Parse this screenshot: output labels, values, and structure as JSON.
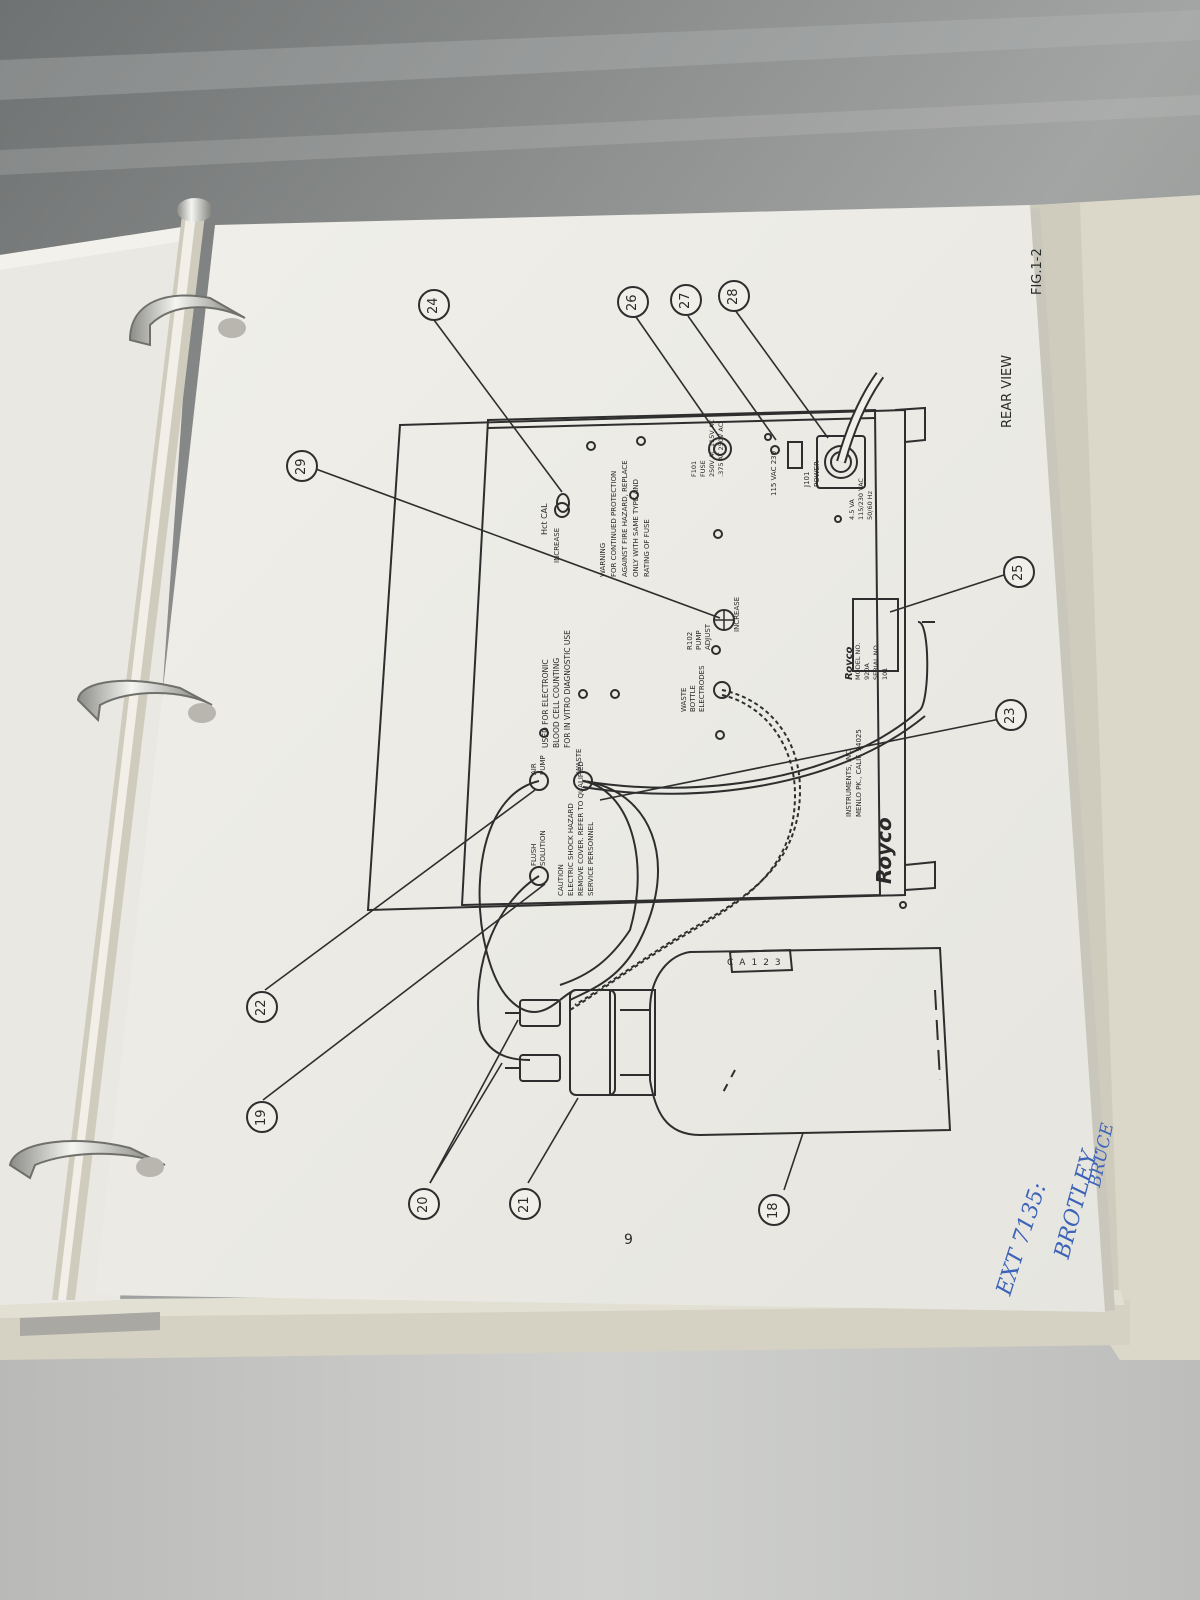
{
  "page": {
    "figure_label": "FIG.1-2",
    "view_title": "REAR VIEW",
    "page_number": "9"
  },
  "callouts": [
    "18",
    "19",
    "20",
    "21",
    "22",
    "23",
    "24",
    "25",
    "26",
    "27",
    "28",
    "29"
  ],
  "panel_labels": {
    "hct_cal": "Hct CAL",
    "increase_1": "INCREASE",
    "warning": [
      "WARNING",
      "FOR CONTINUED PROTECTION",
      "AGAINST FIRE HAZARD, REPLACE",
      "ONLY WITH SAME TYPE AND",
      "RATING OF FUSE"
    ],
    "fuse": [
      "F101",
      "FUSE",
      "250V AC 115V AC",
      ".375 AT 250V AC"
    ],
    "voltage_switch": "115 VAC 230",
    "power": [
      "J101",
      "POWER"
    ],
    "power_rating": [
      "4.5 VA",
      "115/230 VAC",
      "50/60 Hz"
    ],
    "use_note": [
      "USED FOR ELECTRONIC",
      "BLOOD CELL COUNTING",
      "FOR IN VITRO DIAGNOSTIC USE"
    ],
    "pump_adjust": [
      "R102",
      "PUMP",
      "ADJUST"
    ],
    "increase_2": "INCREASE",
    "waste_bottle": [
      "WASTE",
      "BOTTLE",
      "ELECTRODES"
    ],
    "air_pump": [
      "AIR",
      "PUMP"
    ],
    "waste": "WASTE",
    "flush_solution": [
      "FLUSH",
      "SOLUTION"
    ],
    "caution": [
      "CAUTION",
      "ELECTRIC SHOCK HAZARD",
      "REMOVE COVER. REFER TO QUALIFIED",
      "SERVICE PERSONNEL"
    ],
    "brand": "Royco",
    "nameplate": [
      "Royco",
      "MODEL NO.",
      "920A",
      "SERIAL NO.",
      "101"
    ],
    "manufacturer": [
      "INSTRUMENTS, INC",
      "MENLO PK., CALIF. 94025"
    ],
    "bottle_label": [
      "CA",
      "1",
      "2",
      "3"
    ]
  },
  "handwriting": [
    "EXT",
    "7135:",
    "BROTLEY.",
    "BRUCE"
  ],
  "colors": {
    "paper": "#ecebe6",
    "ink": "#2e2e2e",
    "handwriting": "#3c63b8",
    "binder": "#dcd8c9",
    "desk": "#8f908e"
  }
}
